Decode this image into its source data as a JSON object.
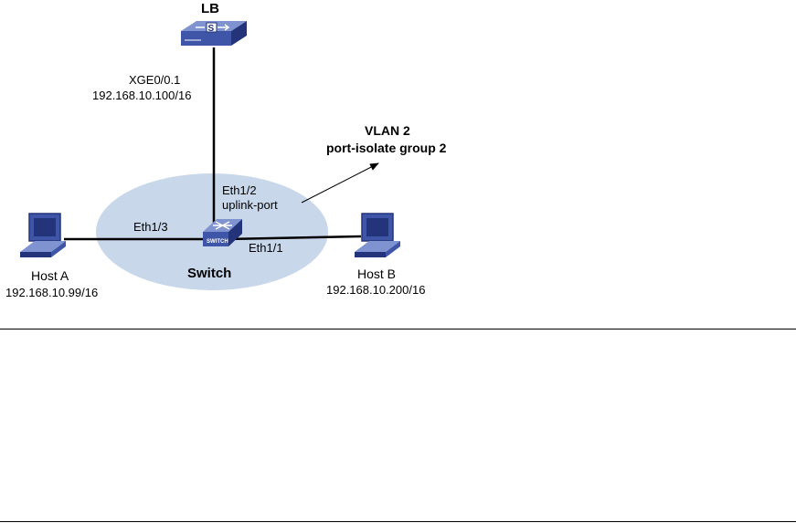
{
  "colors": {
    "vlan_area": "#c8d7ea",
    "device_blue": "#3f56a8",
    "device_dark": "#23347a",
    "device_light": "#7f93d0",
    "line": "#000000",
    "rule": "#000000"
  },
  "devices": {
    "lb": {
      "name": "LB",
      "icon": "load-balancer-icon"
    },
    "switch": {
      "name": "Switch",
      "icon": "switch-icon"
    },
    "host_a": {
      "name": "Host A",
      "ip": "192.168.10.99/16",
      "icon": "computer-icon"
    },
    "host_b": {
      "name": "Host B",
      "ip": "192.168.10.200/16",
      "icon": "computer-icon"
    }
  },
  "links": {
    "lb_switch": {
      "lb_port": "XGE0/0.1",
      "lb_ip": "192.168.10.100/16",
      "switch_port": "Eth1/2",
      "switch_port_role": "uplink-port"
    },
    "host_a_switch": {
      "switch_port": "Eth1/3"
    },
    "host_b_switch": {
      "switch_port": "Eth1/1"
    }
  },
  "vlan": {
    "name": "VLAN 2",
    "group": "port-isolate group 2"
  }
}
